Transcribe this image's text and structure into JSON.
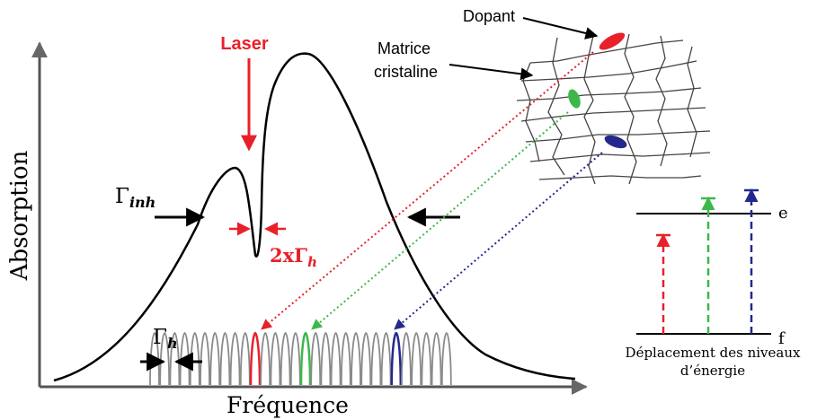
{
  "labels": {
    "laser": "Laser",
    "gamma_inh_symbol": "Γ",
    "gamma_inh_sub": "inh",
    "gamma_h_symbol": "Γ",
    "gamma_h_sub": "h",
    "two_gamma_prefix": "2x",
    "two_gamma_symbol": "Γ",
    "two_gamma_sub": "h",
    "y_axis": "Absorption",
    "x_axis": "Fréquence",
    "dopant": "Dopant",
    "matrix_line1": "Matrice",
    "matrix_line2": "cristaline",
    "level_e": "e",
    "level_f": "f",
    "caption_line1": "Déplacement des niveaux",
    "caption_line2": "d’énergie"
  },
  "colors": {
    "black": "#000000",
    "red": "#e8202a",
    "green": "#3cb84a",
    "blue": "#24288c",
    "grey": "#8a8a8a",
    "lattice": "#444444"
  },
  "homogeneous_line_count": 30,
  "highlighted_lines": [
    "red",
    "green",
    "blue"
  ]
}
